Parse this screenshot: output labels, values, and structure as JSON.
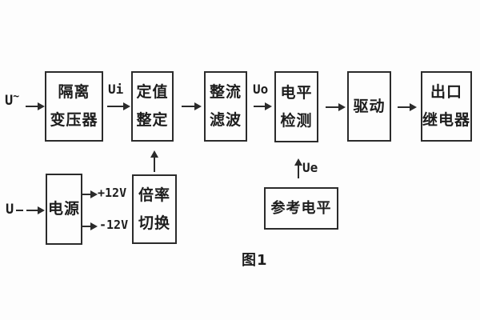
{
  "caption": "图1",
  "colors": {
    "line": "#2b2b2b",
    "background": "#fdfdfd",
    "text": "#1d1d1d"
  },
  "blocks": {
    "isolation_transformer": {
      "line1": "隔离",
      "line2": "变压器"
    },
    "setpoint_adjust": {
      "line1": "定值",
      "line2": "整定"
    },
    "rectify_filter": {
      "line1": "整流",
      "line2": "滤波"
    },
    "level_detect": {
      "line1": "电平",
      "line2": "检测"
    },
    "drive": {
      "line1": "驱动"
    },
    "output_relay": {
      "line1": "出口",
      "line2": "继电器"
    },
    "power_supply": {
      "line1": "电源"
    },
    "ratio_switch": {
      "line1": "倍率",
      "line2": "切换"
    },
    "reference_level": {
      "line1": "参考电平"
    }
  },
  "signals": {
    "input_ac_base": "U",
    "input_ac_sup": "~",
    "input_dc": "U",
    "ui": "Ui",
    "uo": "Uo",
    "ue": "Ue",
    "plus_12v": "+12V",
    "minus_12v": "-12V"
  }
}
